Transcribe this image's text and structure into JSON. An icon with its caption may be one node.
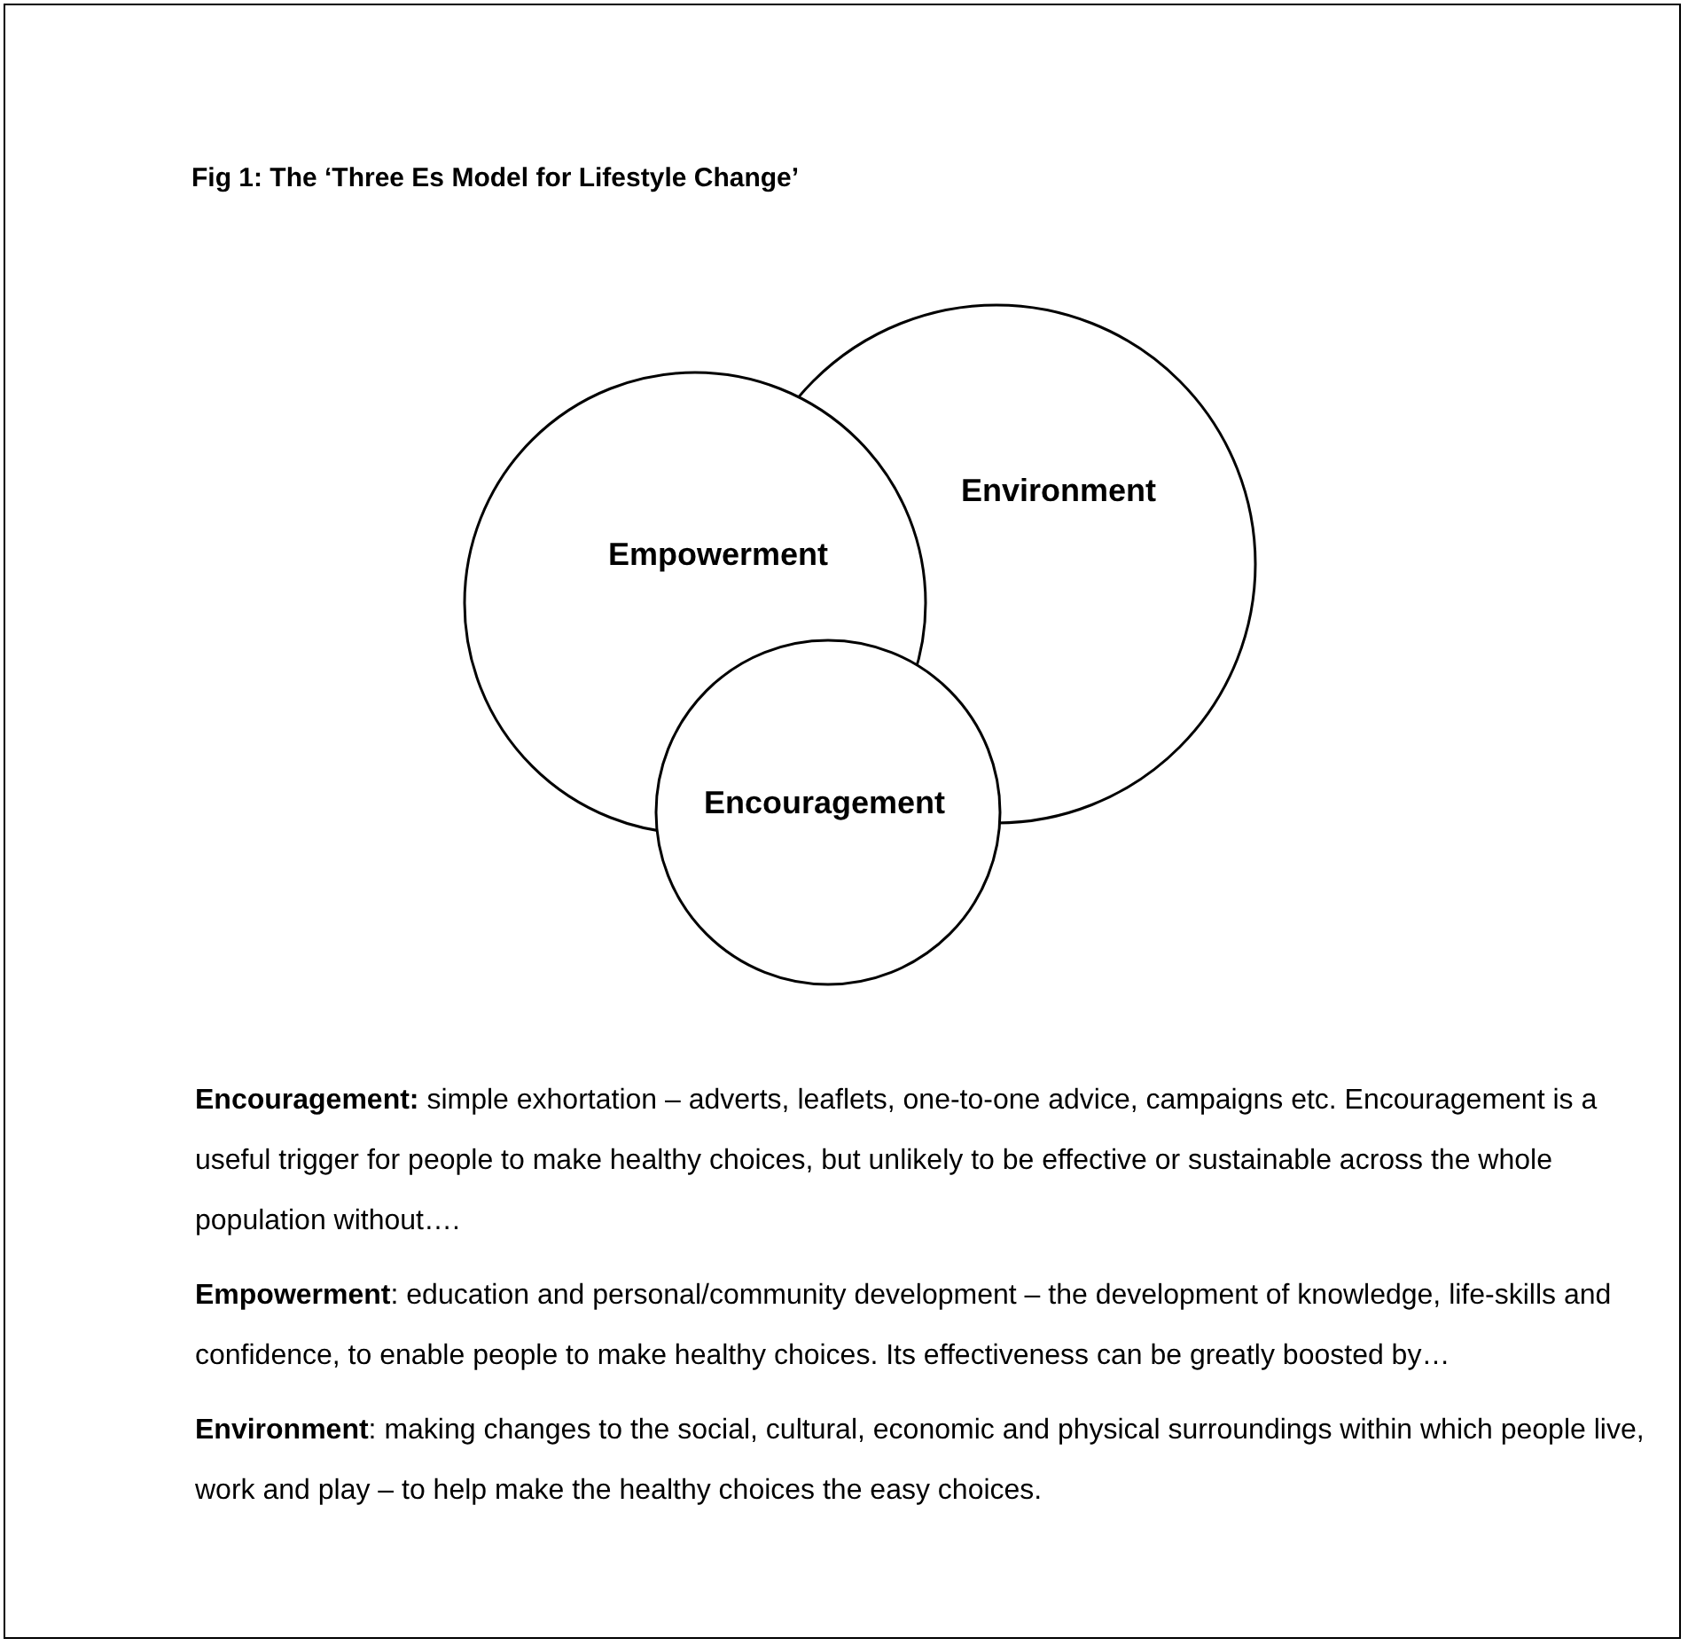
{
  "diagram": {
    "title": "Fig 1: The ‘Three Es Model for Lifestyle Change’",
    "nodes": [
      {
        "text": [
          "Environment"
        ]
      },
      {
        "text": [
          "Empowerment"
        ]
      },
      {
        "text": [
          "Encouragement"
        ]
      }
    ],
    "labels": [
      "**Encouragement:** simple exhortation – adverts, leaflets, one-to-one advice, campaigns etc. Encouragement is a useful trigger for people to make healthy choices, but unlikely to be effective or sustainable across the whole population without….",
      "**Empowerment**: education and personal/community development – the development of knowledge, life-skills and confidence, to enable people to make healthy choices. Its effectiveness can be greatly boosted by…",
      "**Environment**: making changes to the social, cultural, economic and physical surroundings within which people live, work and play – to help make the healthy choices the easy choices."
    ]
  }
}
